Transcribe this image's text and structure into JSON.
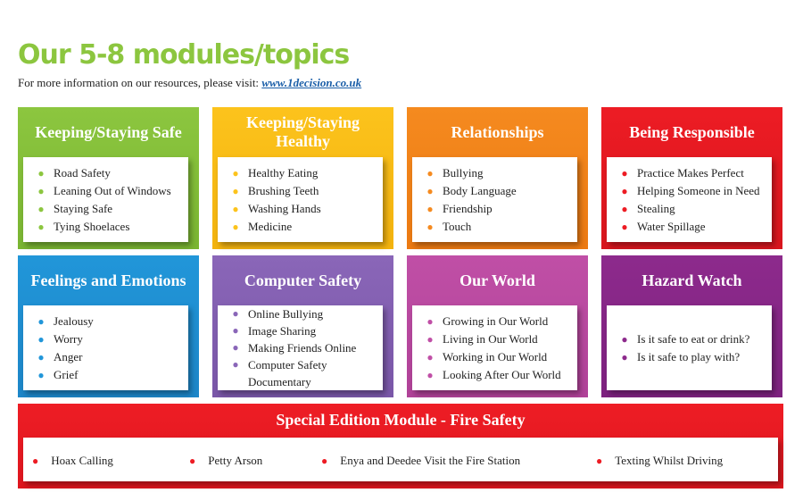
{
  "header": {
    "title": "Our 5-8 modules/topics",
    "subtitle_prefix": "For more information on our resources, please visit: ",
    "link_text": "www.1decision.co.uk"
  },
  "colors": {
    "title_green": "#8cc63f",
    "green": "#8cc63f",
    "yellow": "#fcc31c",
    "orange": "#f58a1f",
    "red": "#ed1c24",
    "blue": "#2196d9",
    "violet": "#8a66b8",
    "pink": "#c04fa6",
    "purple": "#8d2a8c",
    "link": "#1a5ea8"
  },
  "modules": [
    {
      "title": "Keeping/Staying Safe",
      "bullet_color": "#8cc63f",
      "items": [
        "Road Safety",
        "Leaning Out of Windows",
        "Staying Safe",
        "Tying Shoelaces"
      ]
    },
    {
      "title": "Keeping/Staying Healthy",
      "bullet_color": "#fcc31c",
      "items": [
        "Healthy Eating",
        "Brushing Teeth",
        "Washing Hands",
        "Medicine"
      ]
    },
    {
      "title": "Relationships",
      "bullet_color": "#f58a1f",
      "items": [
        "Bullying",
        "Body Language",
        "Friendship",
        "Touch"
      ]
    },
    {
      "title": "Being Responsible",
      "bullet_color": "#ed1c24",
      "items": [
        "Practice Makes Perfect",
        "Helping Someone in Need",
        "Stealing",
        "Water Spillage"
      ]
    },
    {
      "title": "Feelings and Emotions",
      "bullet_color": "#2196d9",
      "items": [
        "Jealousy",
        "Worry",
        "Anger",
        "Grief"
      ]
    },
    {
      "title": "Computer Safety",
      "bullet_color": "#8a66b8",
      "items": [
        "Online Bullying",
        "Image Sharing",
        "Making Friends Online",
        "Computer Safety Documentary"
      ]
    },
    {
      "title": "Our World",
      "bullet_color": "#c04fa6",
      "items": [
        "Growing in Our World",
        "Living in Our World",
        "Working in Our World",
        "Looking After Our World"
      ]
    },
    {
      "title": "Hazard Watch",
      "bullet_color": "#8d2a8c",
      "items": [
        "Is it safe to eat or drink?",
        "Is it safe to play with?"
      ]
    }
  ],
  "special": {
    "title": "Special Edition Module - Fire Safety",
    "bullet_color": "#ed1c24",
    "items": [
      "Hoax Calling",
      "Petty Arson",
      "Enya and Deedee Visit the Fire Station",
      "Texting Whilst Driving"
    ]
  }
}
